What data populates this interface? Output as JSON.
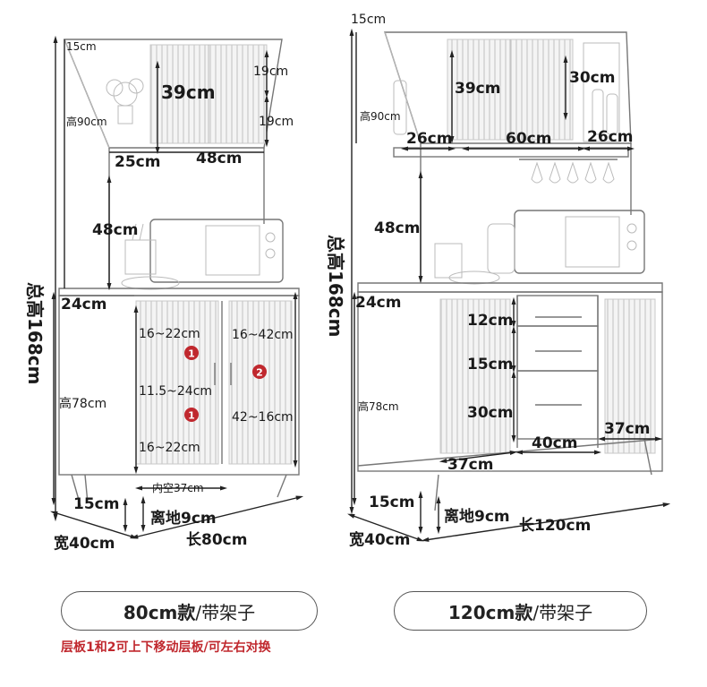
{
  "left": {
    "dims": {
      "top_depth": "15cm",
      "shelf_height": "高90cm",
      "glass_w": "39cm",
      "right_shelf_top": "19cm",
      "right_shelf_bottom": "19cm",
      "bottom_left": "25cm",
      "bottom_width": "48cm",
      "microwave_h": "48cm",
      "counter_depth": "24cm",
      "total_height": "总高168cm",
      "shelf_a": "16~22cm",
      "shelf_b": "11.5~24cm",
      "shelf_c": "16~22cm",
      "shelf_right_top": "16~42cm",
      "shelf_right_bottom": "42~16cm",
      "base_height": "高78cm",
      "inner_space": "内空37cm",
      "foot_h": "15cm",
      "ground_clearance": "离地9cm",
      "width": "宽40cm",
      "length": "长80cm"
    },
    "markers": [
      "1",
      "2",
      "1"
    ]
  },
  "right": {
    "dims": {
      "top_depth": "15cm",
      "glass_w": "39cm",
      "shelf_30": "30cm",
      "shelf_height": "高90cm",
      "left_bay": "26cm",
      "mid_bay": "60cm",
      "right_bay": "26cm",
      "microwave_h": "48cm",
      "total_height": "总高168cm",
      "counter_depth": "24cm",
      "drawer1": "12cm",
      "drawer2": "15cm",
      "drawer3": "30cm",
      "base_height": "高78cm",
      "mid_width": "40cm",
      "right_door": "37cm",
      "left_door": "37cm",
      "foot_h": "15cm",
      "ground_clearance": "离地9cm",
      "width": "宽40cm",
      "length": "长120cm"
    }
  },
  "buttons": {
    "left": {
      "bold": "80cm款",
      "rest": "/带架子"
    },
    "right": {
      "bold": "120cm款",
      "rest": "/带架子"
    }
  },
  "note": "层板1和2可上下移动层板/可左右对换",
  "colors": {
    "marker": "#c0282e",
    "note": "#c0282e"
  }
}
